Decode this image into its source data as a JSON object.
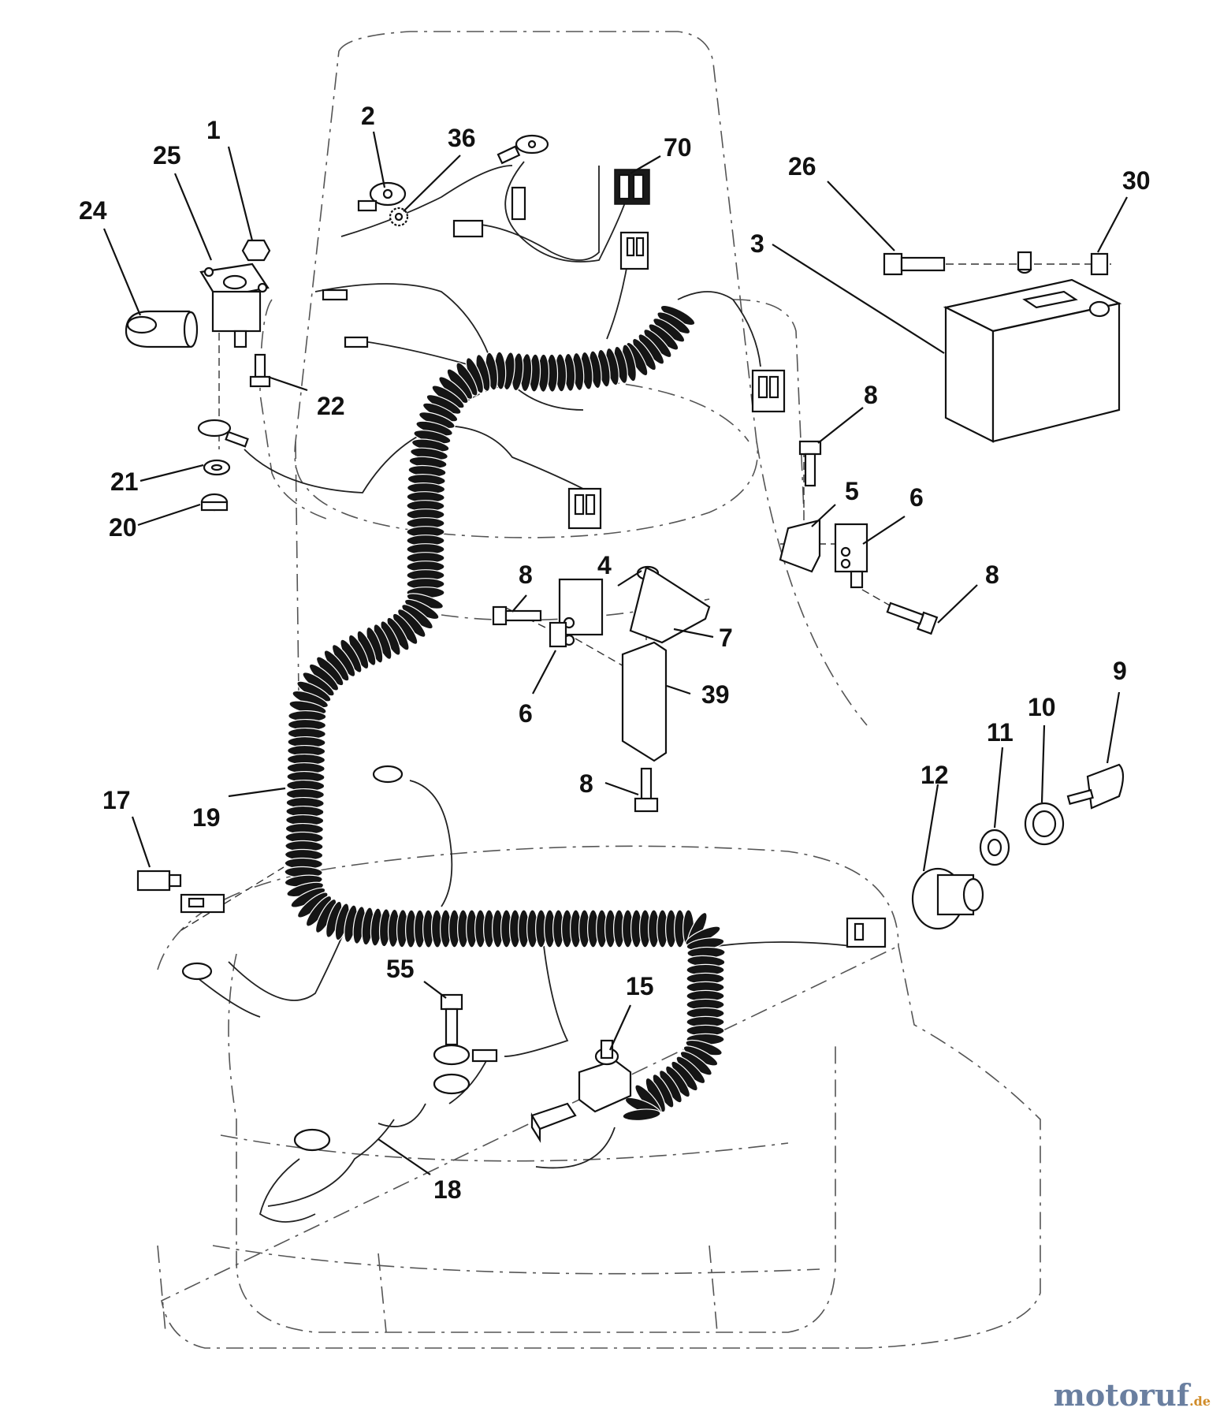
{
  "callouts": [
    {
      "id": "1",
      "label": "1"
    },
    {
      "id": "2",
      "label": "2"
    },
    {
      "id": "3",
      "label": "3"
    },
    {
      "id": "4",
      "label": "4"
    },
    {
      "id": "5",
      "label": "5"
    },
    {
      "id": "6a",
      "label": "6"
    },
    {
      "id": "6b",
      "label": "6"
    },
    {
      "id": "7",
      "label": "7"
    },
    {
      "id": "8a",
      "label": "8"
    },
    {
      "id": "8b",
      "label": "8"
    },
    {
      "id": "8c",
      "label": "8"
    },
    {
      "id": "8d",
      "label": "8"
    },
    {
      "id": "9",
      "label": "9"
    },
    {
      "id": "10",
      "label": "10"
    },
    {
      "id": "11",
      "label": "11"
    },
    {
      "id": "12",
      "label": "12"
    },
    {
      "id": "15",
      "label": "15"
    },
    {
      "id": "17",
      "label": "17"
    },
    {
      "id": "18",
      "label": "18"
    },
    {
      "id": "19",
      "label": "19"
    },
    {
      "id": "20",
      "label": "20"
    },
    {
      "id": "21",
      "label": "21"
    },
    {
      "id": "22",
      "label": "22"
    },
    {
      "id": "24",
      "label": "24"
    },
    {
      "id": "25",
      "label": "25"
    },
    {
      "id": "26",
      "label": "26"
    },
    {
      "id": "30",
      "label": "30"
    },
    {
      "id": "36",
      "label": "36"
    },
    {
      "id": "39",
      "label": "39"
    },
    {
      "id": "55",
      "label": "55"
    },
    {
      "id": "70",
      "label": "70"
    }
  ],
  "watermark": {
    "brand": "motoruf",
    "suffix": ".de"
  },
  "colors": {
    "ink": "#111111",
    "background": "#ffffff",
    "watermark": "#6a7fa0"
  }
}
